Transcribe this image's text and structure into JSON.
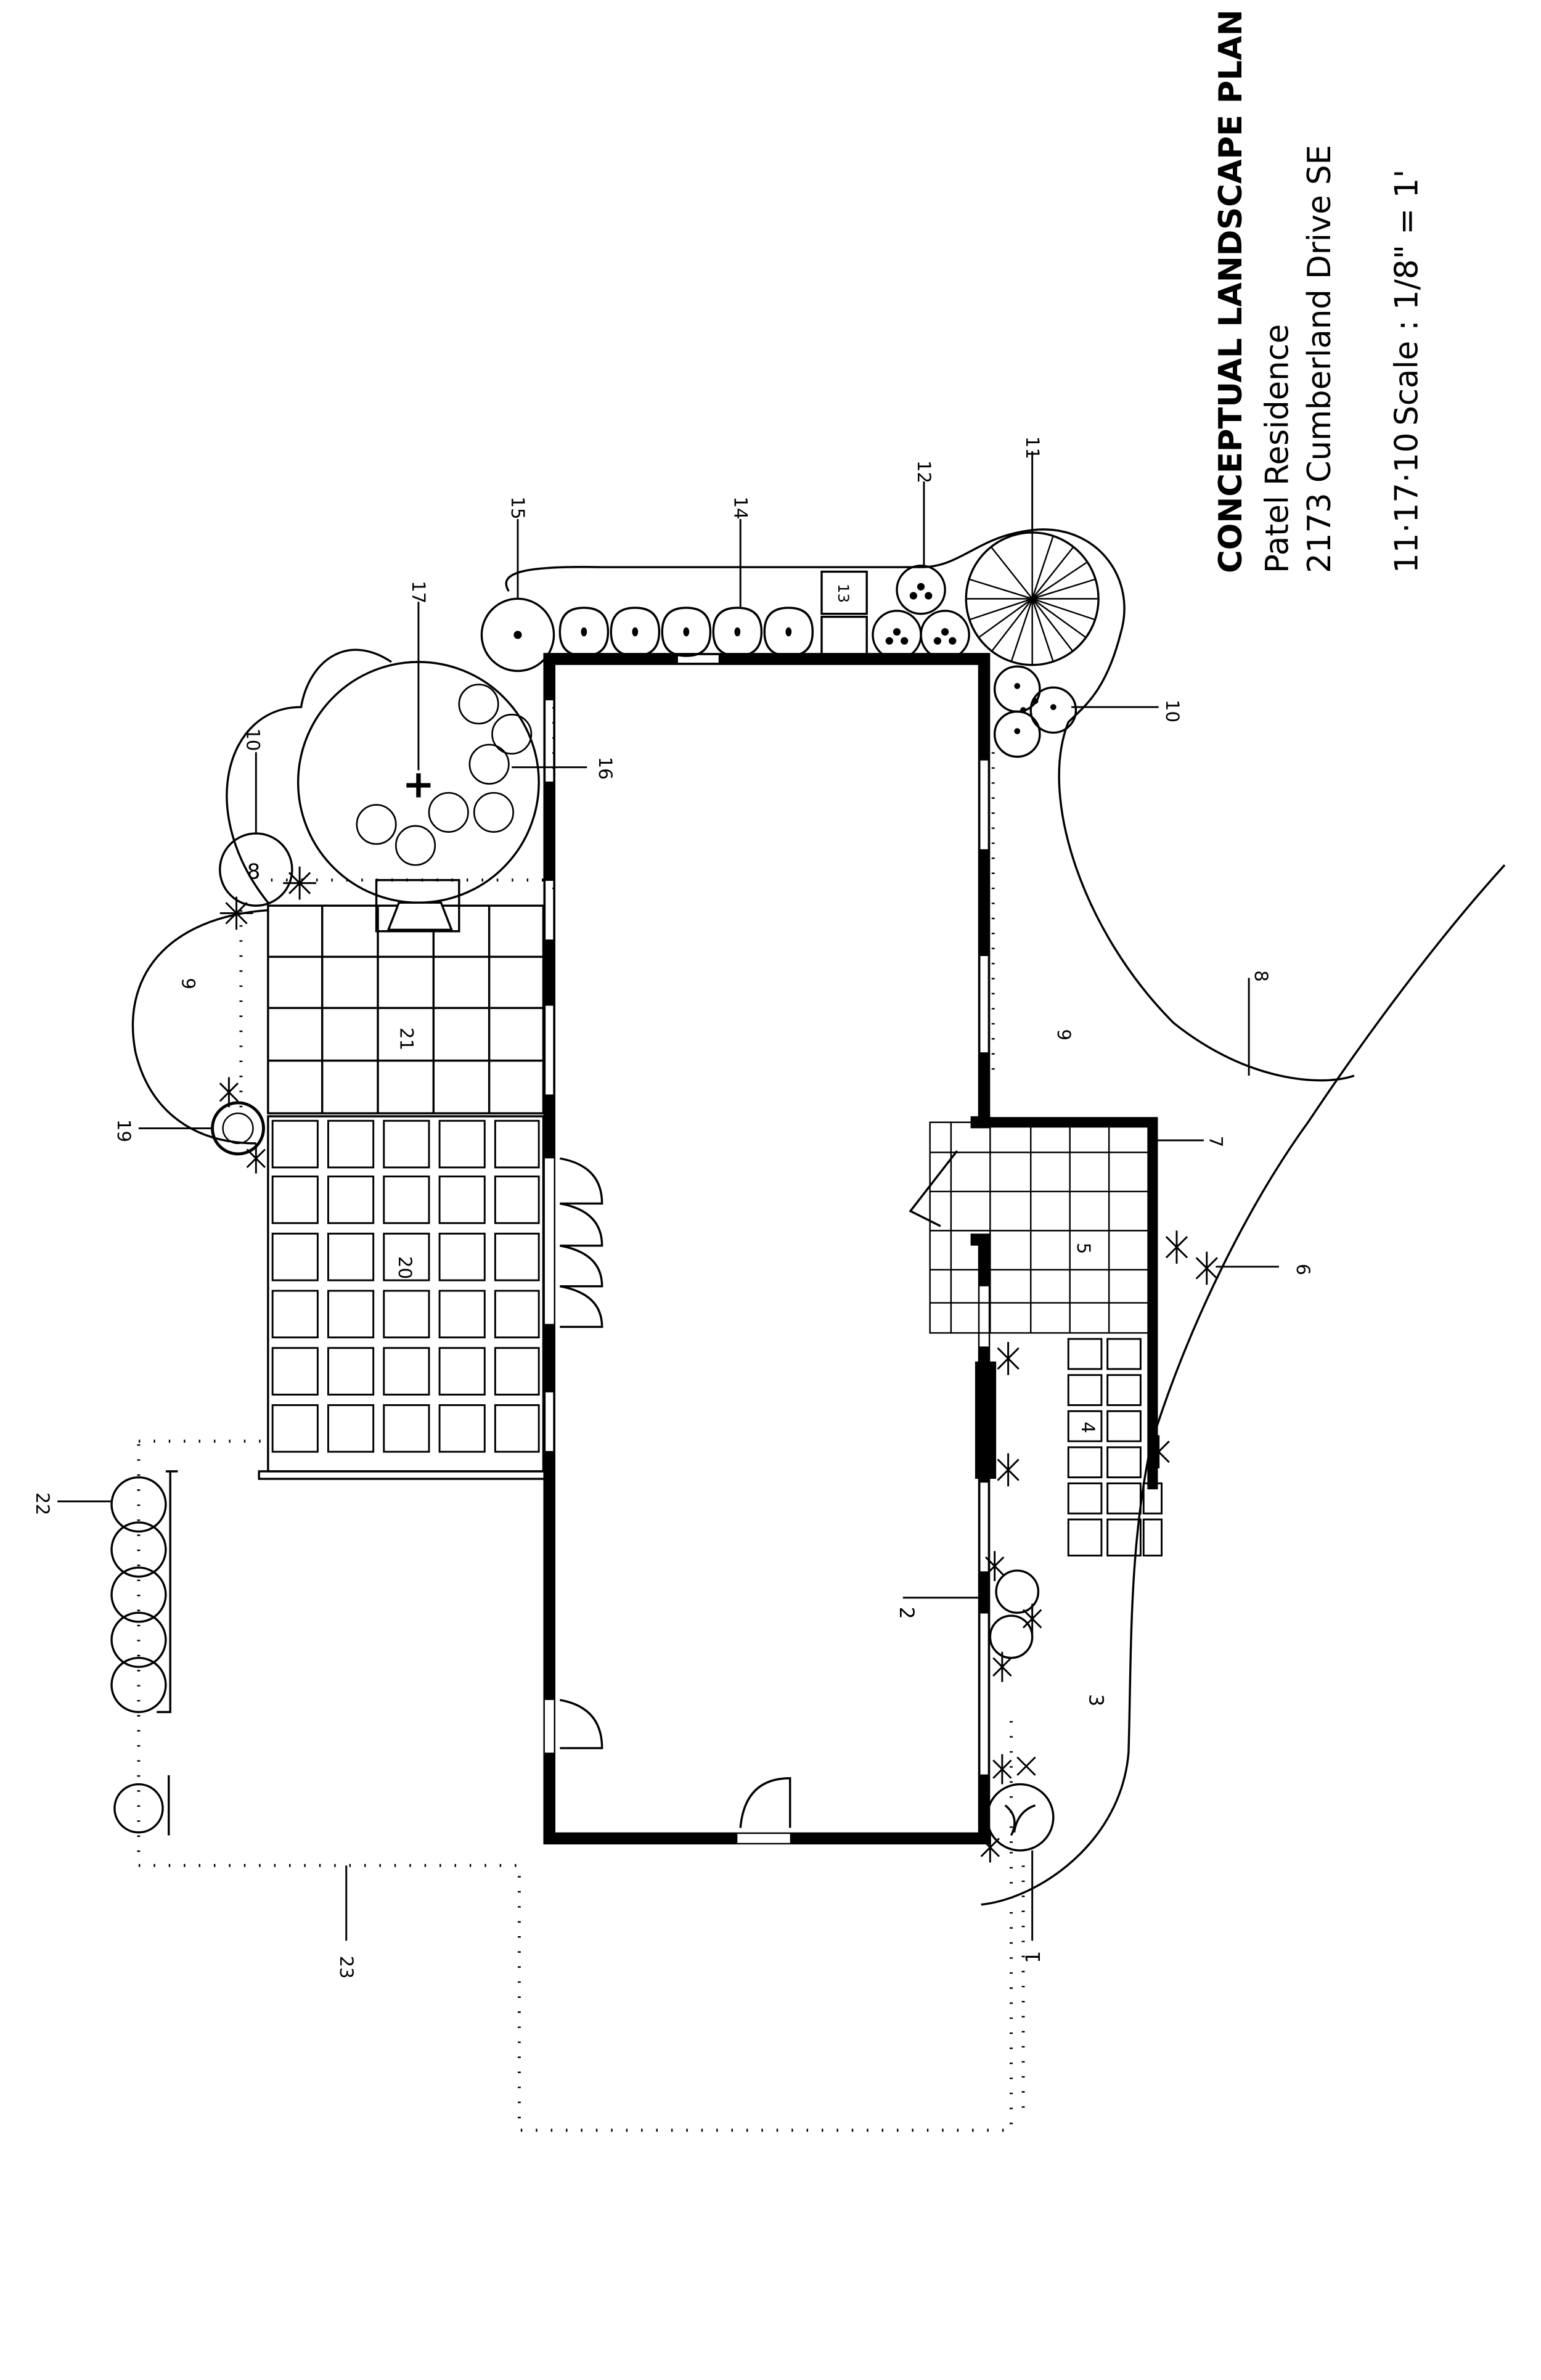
{
  "title_block": {
    "title": "CONCEPTUAL LANDSCAPE PLAN",
    "client": "Patel Residence",
    "address": "2173 Cumberland Drive SE",
    "date": "11·17·10",
    "scale": "Scale : 1/8\" = 1'"
  },
  "callouts": [
    "1",
    "2",
    "3",
    "4",
    "5",
    "6",
    "7",
    "8",
    "9",
    "9",
    "10",
    "10",
    "11",
    "12",
    "13",
    "14",
    "15",
    "16",
    "17",
    "19",
    "20",
    "21",
    "22",
    "23"
  ]
}
